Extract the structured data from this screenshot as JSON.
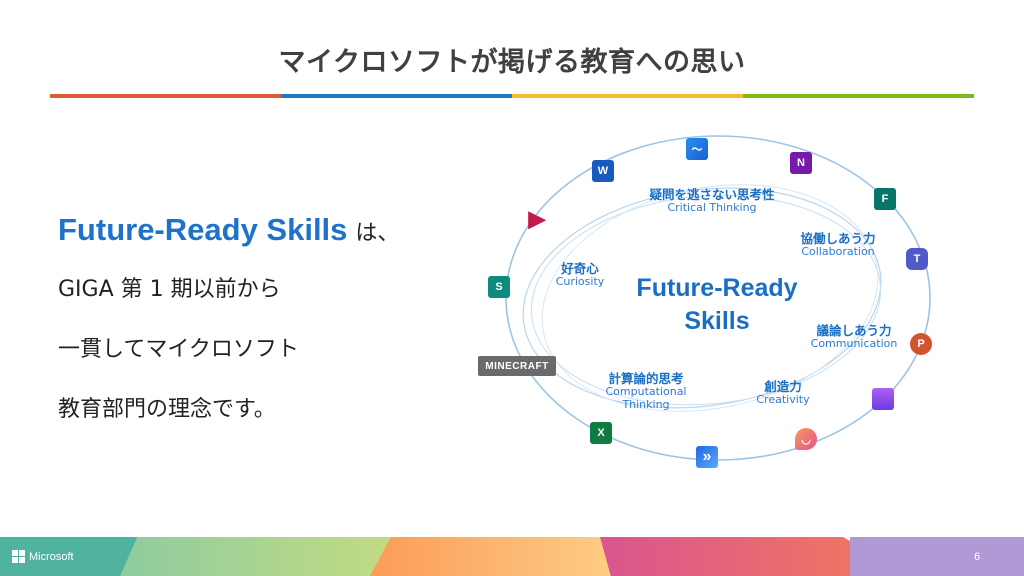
{
  "slide": {
    "title": "マイクロソフトが掲げる教育への思い",
    "rule_colors": [
      "#e05a33",
      "#1a78c8",
      "#f5bd27",
      "#7fba1f"
    ],
    "body": {
      "highlight": "Future-Ready Skills",
      "highlight_suffix": "は、",
      "lines": [
        "GIGA 第 1 期以前から",
        "一貫してマイクロソフト",
        "教育部門の理念です。"
      ]
    },
    "diagram": {
      "center_title_line1": "Future-Ready",
      "center_title_line2": "Skills",
      "skills": [
        {
          "jp": "疑問を逃さない思考性",
          "en": "Critical Thinking"
        },
        {
          "jp": "協働しあう力",
          "en": "Collaboration"
        },
        {
          "jp": "好奇心",
          "en": "Curiosity"
        },
        {
          "jp": "議論しあう力",
          "en": "Communication"
        },
        {
          "jp": "計算論的思考",
          "en": "Computational Thinking"
        },
        {
          "jp": "創造力",
          "en": "Creativity"
        }
      ],
      "apps": [
        {
          "name": "Word",
          "letter": "W",
          "color": "#185abd"
        },
        {
          "name": "Whiteboard",
          "letter": "〜",
          "color": "#1f7be0"
        },
        {
          "name": "OneNote",
          "letter": "N",
          "color": "#7719aa"
        },
        {
          "name": "Forms",
          "letter": "F",
          "color": "#077568"
        },
        {
          "name": "Teams",
          "letter": "T",
          "color": "#5059c9"
        },
        {
          "name": "PowerPoint",
          "letter": "P",
          "color": "#d35230"
        },
        {
          "name": "Clipchamp",
          "letter": "",
          "color": "#8a4be8"
        },
        {
          "name": "Flip",
          "letter": "◡",
          "color": "#f0607a"
        },
        {
          "name": "Power Automate",
          "letter": "»",
          "color": "#1f6ae0"
        },
        {
          "name": "Excel",
          "letter": "X",
          "color": "#107c41"
        },
        {
          "name": "Minecraft Education",
          "letter": "MINECRAFT",
          "color": "#555555"
        },
        {
          "name": "Sway",
          "letter": "S",
          "color": "#0f8a7e"
        },
        {
          "name": "Stream",
          "letter": "▶",
          "color": "#c3194b"
        }
      ]
    }
  },
  "footer": {
    "brand": "Microsoft",
    "page_number": "6",
    "colors": [
      "#4fb3a0",
      "#a6d58a",
      "#fca25b",
      "#df5c88",
      "#b09ad6"
    ]
  }
}
